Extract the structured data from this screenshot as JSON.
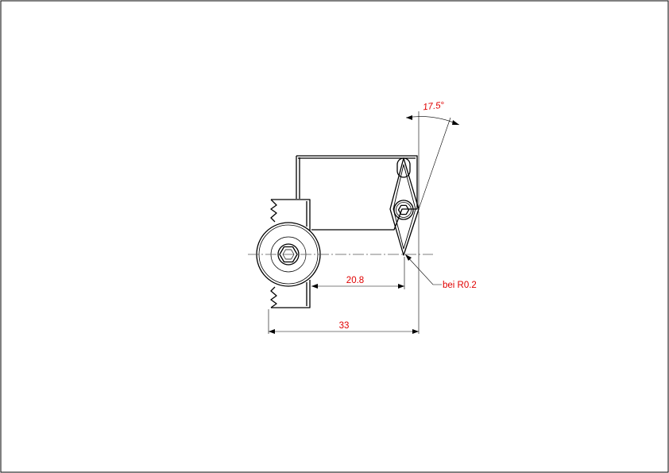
{
  "drawing": {
    "dimensions": {
      "angle": "17.5°",
      "inner_length": "20.8",
      "total_length": "33",
      "radius_note": "bei R0.2"
    },
    "colors": {
      "outline": "#000000",
      "dimension": "#e00000",
      "center_line": "#555555",
      "frame": "#000000"
    }
  }
}
